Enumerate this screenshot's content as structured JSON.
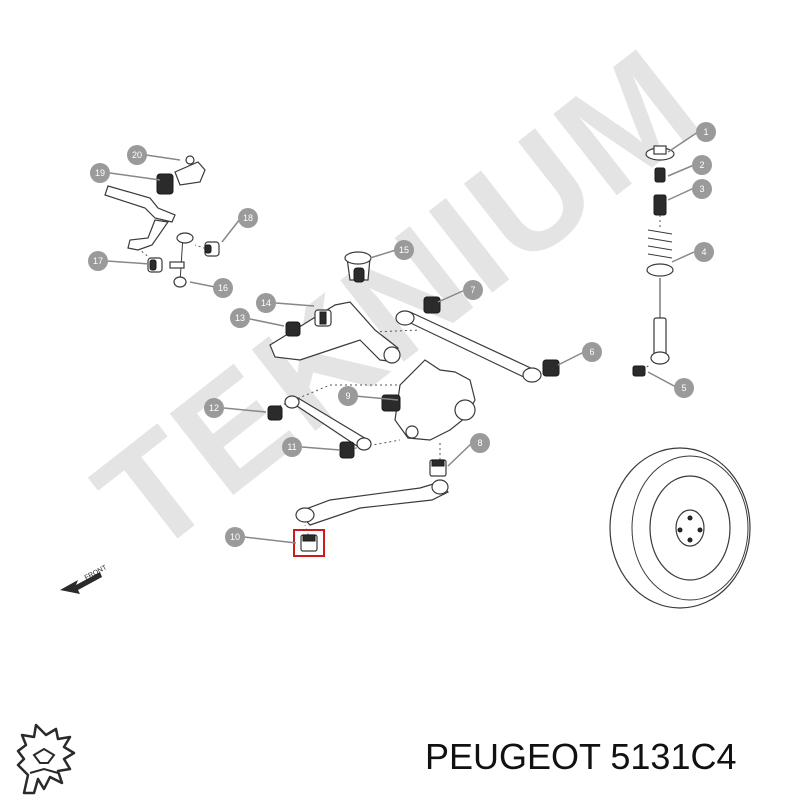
{
  "watermark": "TEKNIUM",
  "front_label": "FRONT",
  "footer": {
    "text": "PEUGEOT 5131C4"
  },
  "brand_logo": {
    "icon": "peugeot-lion-logo-icon"
  },
  "callouts": [
    "1",
    "2",
    "3",
    "4",
    "5",
    "6",
    "7",
    "8",
    "9",
    "10",
    "11",
    "12",
    "13",
    "14",
    "15",
    "16",
    "17",
    "18",
    "19",
    "20"
  ],
  "colors": {
    "callout_fill": "#9a9a9a",
    "highlight_box": "#cc1b1b",
    "watermark": "#e4e4e4"
  },
  "highlighted_part": "10"
}
